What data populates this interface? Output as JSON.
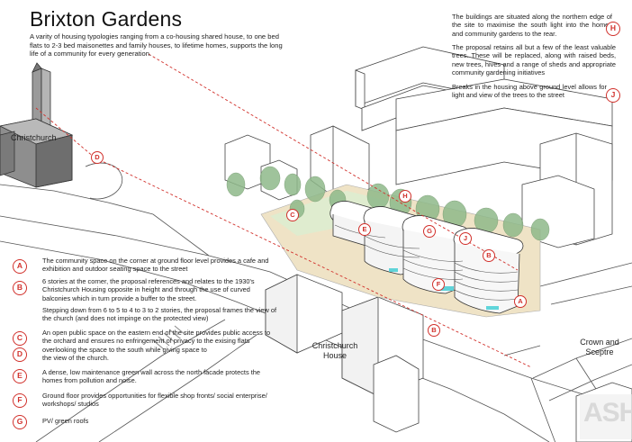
{
  "title": "Brixton Gardens",
  "intro": "A varity of housing typologies ranging from a co-housing shared house, to one bed flats to 2-3 bed maisonettes and family houses, to lifetime homes, supports the long life of a community for every generation.",
  "right_notes": [
    {
      "key": "H",
      "text": "The buildings are situated along the northern edge of the site to maximise the south light into the homes and community gardens to the rear."
    },
    {
      "key": "",
      "text": "The proposal retains all but a few of the least valuable trees. These will be replaced, along with raised beds, new trees, hives and a range of sheds and appropriate community gardening initiatives"
    },
    {
      "key": "J",
      "text": "Breaks in the housing above ground level allows for light and view of the trees to the street"
    }
  ],
  "left_notes": [
    {
      "key": "A",
      "text": "The community space on the corner at ground floor level provides a cafe and exhibition and outdoor seating space to the street"
    },
    {
      "key": "B",
      "text": "6 stories at the corner, the proposal references and relates to the 1930's Christchurch Housing opposite in height and through the use of curved balconies which in turn provide a buffer to the street."
    },
    {
      "key": "",
      "text": "Stepping down from 6 to 5 to 4 to 3 to 2 stories, the proposal frames the view of the church (and does not impinge on the protected view)"
    },
    {
      "key": "C",
      "text": "An open public space on the eastern end of the site provides public access to the orchard and ensures no enfringement of privacy to the exising flats overlooking the space to the south while giving space to"
    },
    {
      "key": "D",
      "text": "the view of the church."
    },
    {
      "key": "E",
      "text": "A dense, low maintenance green wall across the north facade protects the homes from pollution and noise."
    },
    {
      "key": "F",
      "text": "Ground floor provides opportunities for flexible shop fronts/ social enterprise/ workshops/ studios"
    },
    {
      "key": "G",
      "text": "PV/ green roofs"
    }
  ],
  "places": {
    "church": "Christchurch",
    "house_line1": "Christchurch",
    "house_line2": "House",
    "crown_line1": "Crown and",
    "crown_line2": "Sceptre"
  },
  "map_markers": [
    "D",
    "C",
    "H",
    "E",
    "G",
    "J",
    "B",
    "F",
    "A",
    "B"
  ],
  "logo": "ASH",
  "colors": {
    "accent_red": "#d1302b",
    "tree_green": "#8fb98a",
    "site_tan": "#efe3c6",
    "glass_cyan": "#4fd0d6"
  }
}
